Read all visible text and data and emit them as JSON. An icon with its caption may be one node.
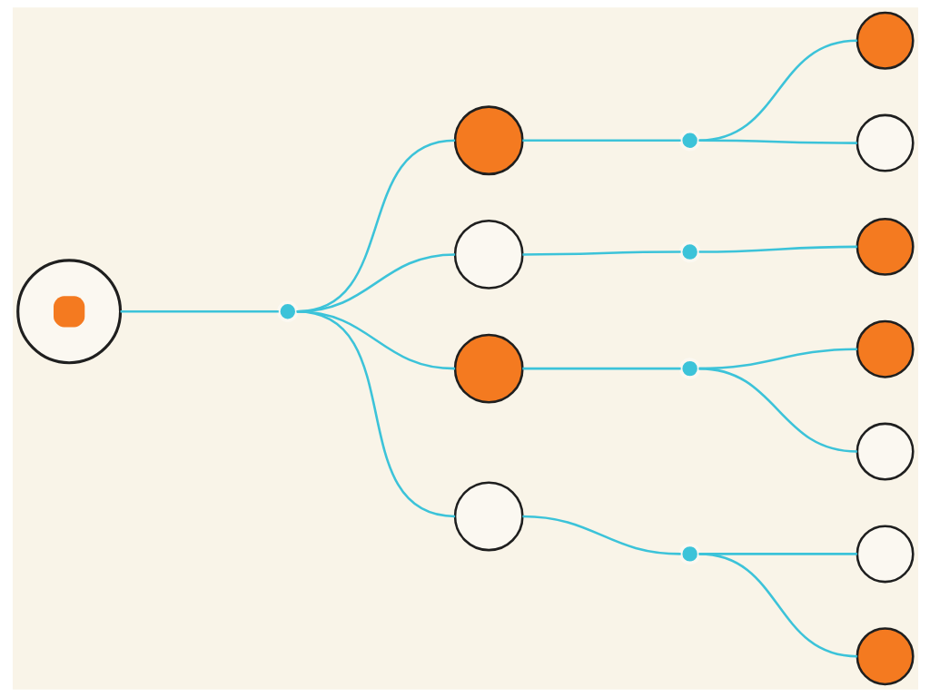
{
  "diagram": {
    "nodes": [
      {
        "text": [],
        "shape": "circle"
      },
      {
        "text": [],
        "shape": "circle"
      },
      {
        "text": [],
        "shape": "circle"
      },
      {
        "text": [],
        "shape": "circle"
      },
      {
        "text": [],
        "shape": "circle"
      },
      {
        "text": [],
        "shape": "circle"
      },
      {
        "text": [],
        "shape": "circle"
      },
      {
        "text": [],
        "shape": "circle"
      },
      {
        "text": [],
        "shape": "circle"
      },
      {
        "text": [],
        "shape": "circle"
      },
      {
        "text": [],
        "shape": "circle"
      },
      {
        "text": [],
        "shape": "circle"
      },
      {
        "text": [],
        "shape": "circle"
      },
      {
        "text": [],
        "shape": "circle"
      },
      {
        "text": [],
        "shape": "circle"
      },
      {
        "text": [],
        "shape": "circle"
      },
      {
        "text": [],
        "shape": "circle"
      }
    ],
    "edges": [
      {
        "from": 0,
        "to": 1,
        "arrow": "none"
      },
      {
        "from": 1,
        "to": 2,
        "arrow": "none"
      },
      {
        "from": 1,
        "to": 3,
        "arrow": "none"
      },
      {
        "from": 1,
        "to": 4,
        "arrow": "none"
      },
      {
        "from": 1,
        "to": 5,
        "arrow": "none"
      },
      {
        "from": 2,
        "to": 6,
        "arrow": "none"
      },
      {
        "from": 3,
        "to": 7,
        "arrow": "none"
      },
      {
        "from": 4,
        "to": 8,
        "arrow": "none"
      },
      {
        "from": 5,
        "to": 9,
        "arrow": "none"
      },
      {
        "from": 6,
        "to": 10,
        "arrow": "none"
      },
      {
        "from": 6,
        "to": 11,
        "arrow": "none"
      },
      {
        "from": 7,
        "to": 12,
        "arrow": "none"
      },
      {
        "from": 8,
        "to": 13,
        "arrow": "none"
      },
      {
        "from": 8,
        "to": 14,
        "arrow": "none"
      },
      {
        "from": 9,
        "to": 15,
        "arrow": "none"
      },
      {
        "from": 9,
        "to": 16,
        "arrow": "none"
      }
    ]
  }
}
